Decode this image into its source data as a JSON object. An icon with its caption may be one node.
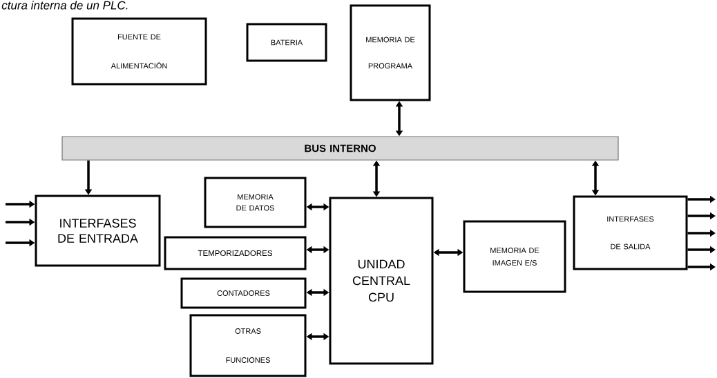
{
  "diagram": {
    "title": "ctura interna de un PLC.",
    "nodes": [
      {
        "text": [
          "FUENTE DE ALIMENTACIÓN"
        ]
      },
      {
        "text": [
          "BATERIA"
        ]
      },
      {
        "text": [
          "MEMORIA DE PROGRAMA"
        ]
      },
      {
        "text": [
          "BUS INTERNO"
        ]
      },
      {
        "text": [
          "INTERFASES DE ENTRADA"
        ]
      },
      {
        "text": [
          "MEMORIA DE DATOS"
        ]
      },
      {
        "text": [
          "TEMPORIZADORES"
        ]
      },
      {
        "text": [
          "UNIDAD CENTRAL CPU"
        ]
      },
      {
        "text": [
          "MEMORIA DE IMAGEN E/S"
        ]
      },
      {
        "text": [
          "INTERFASES DE SALIDA"
        ]
      },
      {
        "text": [
          "CONTADORES"
        ]
      },
      {
        "text": [
          "OTRAS FUNCIONES"
        ]
      }
    ],
    "edges": [
      {
        "from": 2,
        "to": 3,
        "arrow": "both"
      },
      {
        "from": 3,
        "to": 4,
        "arrow": "to"
      },
      {
        "from": 3,
        "to": 7,
        "arrow": "both"
      },
      {
        "from": 3,
        "to": 9,
        "arrow": "both"
      },
      {
        "from": 5,
        "to": 7,
        "arrow": "both"
      },
      {
        "from": 6,
        "to": 7,
        "arrow": "both"
      },
      {
        "from": 10,
        "to": 7,
        "arrow": "both"
      },
      {
        "from": 11,
        "to": 7,
        "arrow": "both"
      },
      {
        "from": 7,
        "to": 8,
        "arrow": "both"
      },
      {
        "from": null,
        "to": 4,
        "arrow": "to"
      },
      {
        "from": null,
        "to": 4,
        "arrow": "to"
      },
      {
        "from": null,
        "to": 4,
        "arrow": "to"
      },
      {
        "from": 9,
        "to": null,
        "arrow": "to"
      },
      {
        "from": 9,
        "to": null,
        "arrow": "to"
      },
      {
        "from": 9,
        "to": null,
        "arrow": "to"
      },
      {
        "from": 9,
        "to": null,
        "arrow": "to"
      },
      {
        "from": 9,
        "to": null,
        "arrow": "to"
      }
    ]
  }
}
